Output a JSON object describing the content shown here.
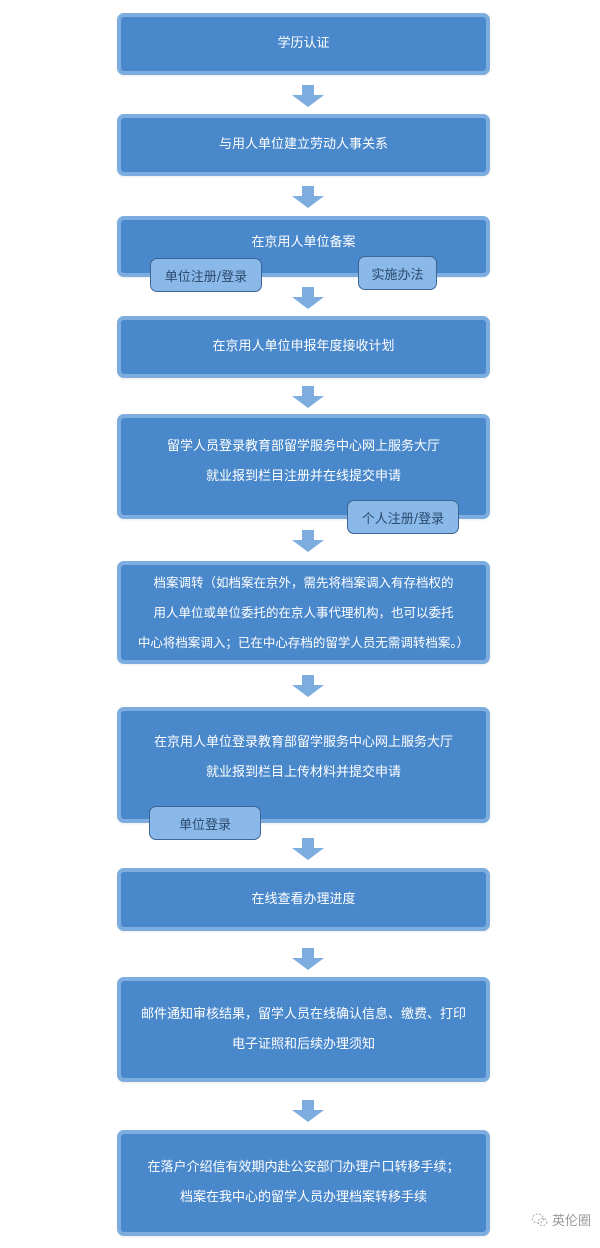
{
  "flowchart": {
    "title": "",
    "colors": {
      "box_fill": "#4a88cc",
      "box_border": "#7cadde",
      "arrow": "#7cadde",
      "tag_fill": "#8ab9e9",
      "tag_border": "#3c6593",
      "tag_text": "#2b4a6e",
      "box_text": "#ffffff"
    },
    "steps": [
      {
        "lines": [
          "学历认证"
        ]
      },
      {
        "lines": [
          "与用人单位建立劳动人事关系"
        ]
      },
      {
        "lines": [
          "在京用人单位备案"
        ]
      },
      {
        "lines": [
          "在京用人单位申报年度接收计划"
        ]
      },
      {
        "lines": [
          "留学人员登录教育部留学服务中心网上服务大厅",
          "就业报到栏目注册并在线提交申请"
        ]
      },
      {
        "lines": [
          "档案调转（如档案在京外，需先将档案调入有存档权的",
          "用人单位或单位委托的在京人事代理机构，也可以委托",
          "中心将档案调入；已在中心存档的留学人员无需调转档案。）"
        ]
      },
      {
        "lines": [
          "在京用人单位登录教育部留学服务中心网上服务大厅",
          "就业报到栏目上传材料并提交申请"
        ]
      },
      {
        "lines": [
          "在线查看办理进度"
        ]
      },
      {
        "lines": [
          "邮件通知审核结果，留学人员在线确认信息、缴费、打印",
          "电子证照和后续办理须知"
        ]
      },
      {
        "lines": [
          "在落户介绍信有效期内赴公安部门办理户口转移手续；",
          "档案在我中心的留学人员办理档案转移手续"
        ]
      }
    ],
    "tags": [
      {
        "label": "单位注册/登录",
        "attached_to_step": 3
      },
      {
        "label": "实施办法",
        "attached_to_step": 3
      },
      {
        "label": "个人注册/登录",
        "attached_to_step": 5
      },
      {
        "label": "单位登录",
        "attached_to_step": 7
      }
    ],
    "arrow_count": 9
  },
  "watermark": {
    "icon": "wechat-icon",
    "text": "英伦圈"
  }
}
